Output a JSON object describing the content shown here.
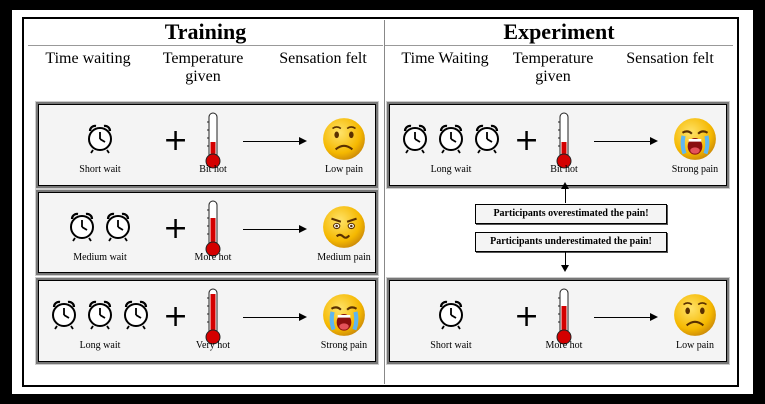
{
  "training": {
    "title": "Training",
    "headers": {
      "time": "Time waiting",
      "temperature": "Temperature\ngiven",
      "sensation": "Sensation felt"
    },
    "rows": [
      {
        "wait": "Short wait",
        "temp": "Bit hot",
        "pain": "Low pain",
        "clocks": 1,
        "heat": 0.35,
        "face": "sad"
      },
      {
        "wait": "Medium wait",
        "temp": "More hot",
        "pain": "Medium pain",
        "clocks": 2,
        "heat": 0.65,
        "face": "grimace"
      },
      {
        "wait": "Long wait",
        "temp": "Very hot",
        "pain": "Strong pain",
        "clocks": 3,
        "heat": 0.95,
        "face": "cry"
      }
    ]
  },
  "experiment": {
    "title": "Experiment",
    "headers": {
      "time": "Time Waiting",
      "temperature": "Temperature\ngiven",
      "sensation": "Sensation felt"
    },
    "rows": [
      {
        "wait": "Long wait",
        "temp": "Bit hot",
        "pain": "Strong pain",
        "clocks": 3,
        "heat": 0.35,
        "face": "cry"
      },
      {
        "wait": "Short wait",
        "temp": "More hot",
        "pain": "Low pain",
        "clocks": 1,
        "heat": 0.65,
        "face": "sad"
      }
    ],
    "notes": {
      "over": "Participants overestimated the pain!",
      "under": "Participants underestimated the pain!"
    }
  },
  "colors": {
    "thermo_red": "#d40000",
    "face_yellow": "#f5b800",
    "face_dark": "#c8860a",
    "tear_blue": "#5fb6f0"
  }
}
